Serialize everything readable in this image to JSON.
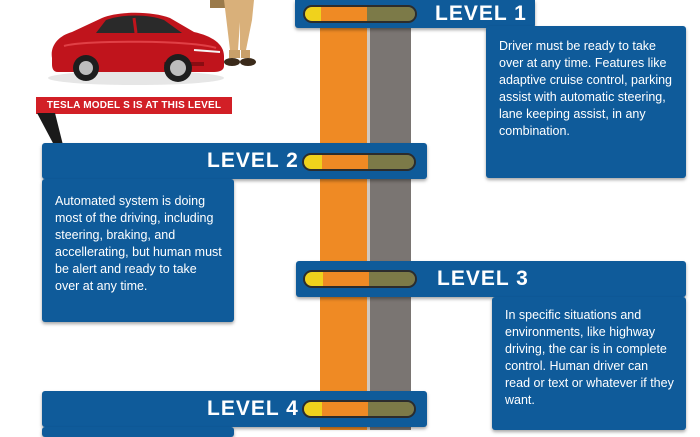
{
  "levels": [
    {
      "label": "LEVEL 1",
      "description": "Driver must be ready to take over at any time. Features like adaptive cruise control, parking assist with automatic steering, lane keeping assist, in any combination."
    },
    {
      "label": "LEVEL 2",
      "description": "Automated system is doing most of the driving, including steering, braking, and accellerating, but human must be alert and ready to take over at any time."
    },
    {
      "label": "LEVEL 3",
      "description": "In specific situations and environments, like highway driving, the car is in complete control. Human driver can read or text or whatever if they want."
    },
    {
      "label": "LEVEL 4",
      "description": ""
    }
  ],
  "tesla_callout": "TESLA MODEL S IS AT THIS LEVEL",
  "colors": {
    "panel_blue": "#0f5b9a",
    "road_orange": "#ef8a24",
    "road_gray": "#7a7572",
    "indicator_yellow": "#f0d21c",
    "callout_red": "#d21f26",
    "car_red": "#c0141c"
  },
  "icons": {
    "car": "red-sedan-illustration",
    "person": "person-legs-illustration"
  }
}
